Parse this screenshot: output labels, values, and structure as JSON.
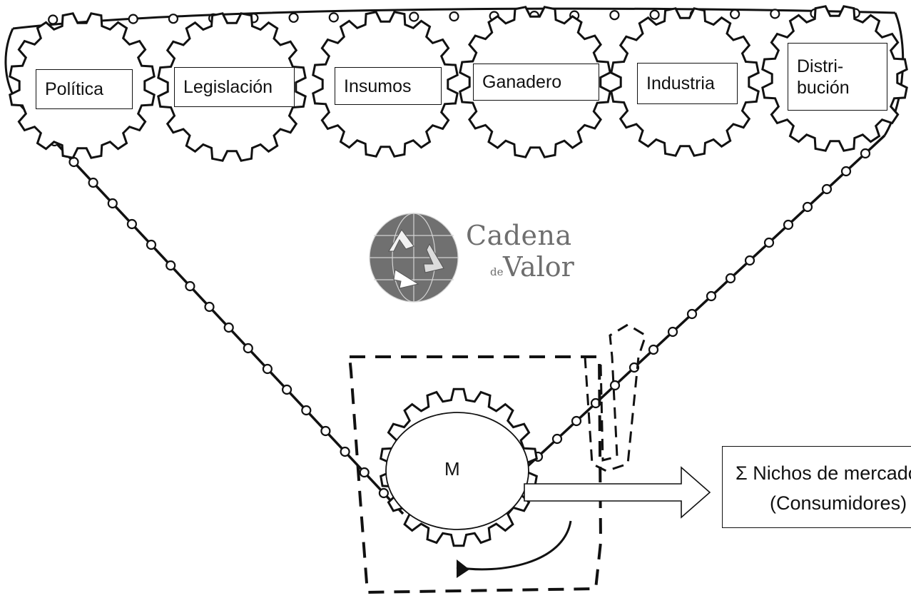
{
  "diagram": {
    "gears": [
      {
        "name": "gear-politica",
        "label": "Política"
      },
      {
        "name": "gear-legislacion",
        "label": "Legislación"
      },
      {
        "name": "gear-insumos",
        "label": "Insumos"
      },
      {
        "name": "gear-ganadero",
        "label": "Ganadero"
      },
      {
        "name": "gear-industria",
        "label": "Industria"
      },
      {
        "name": "gear-distribucion",
        "label_line1": "Distri-",
        "label_line2": "bución"
      }
    ],
    "logo": {
      "title": "Cadena",
      "connector": "de",
      "subtitle": "Valor",
      "icon": "recycle-globe-icon"
    },
    "center_gear": {
      "label": "M"
    },
    "market": {
      "line1": "Σ Nichos de mercados",
      "line2": "(Consumidores)"
    },
    "colors": {
      "ink": "#111111",
      "logo_gray": "#6e6e6e",
      "background": "#ffffff"
    }
  }
}
